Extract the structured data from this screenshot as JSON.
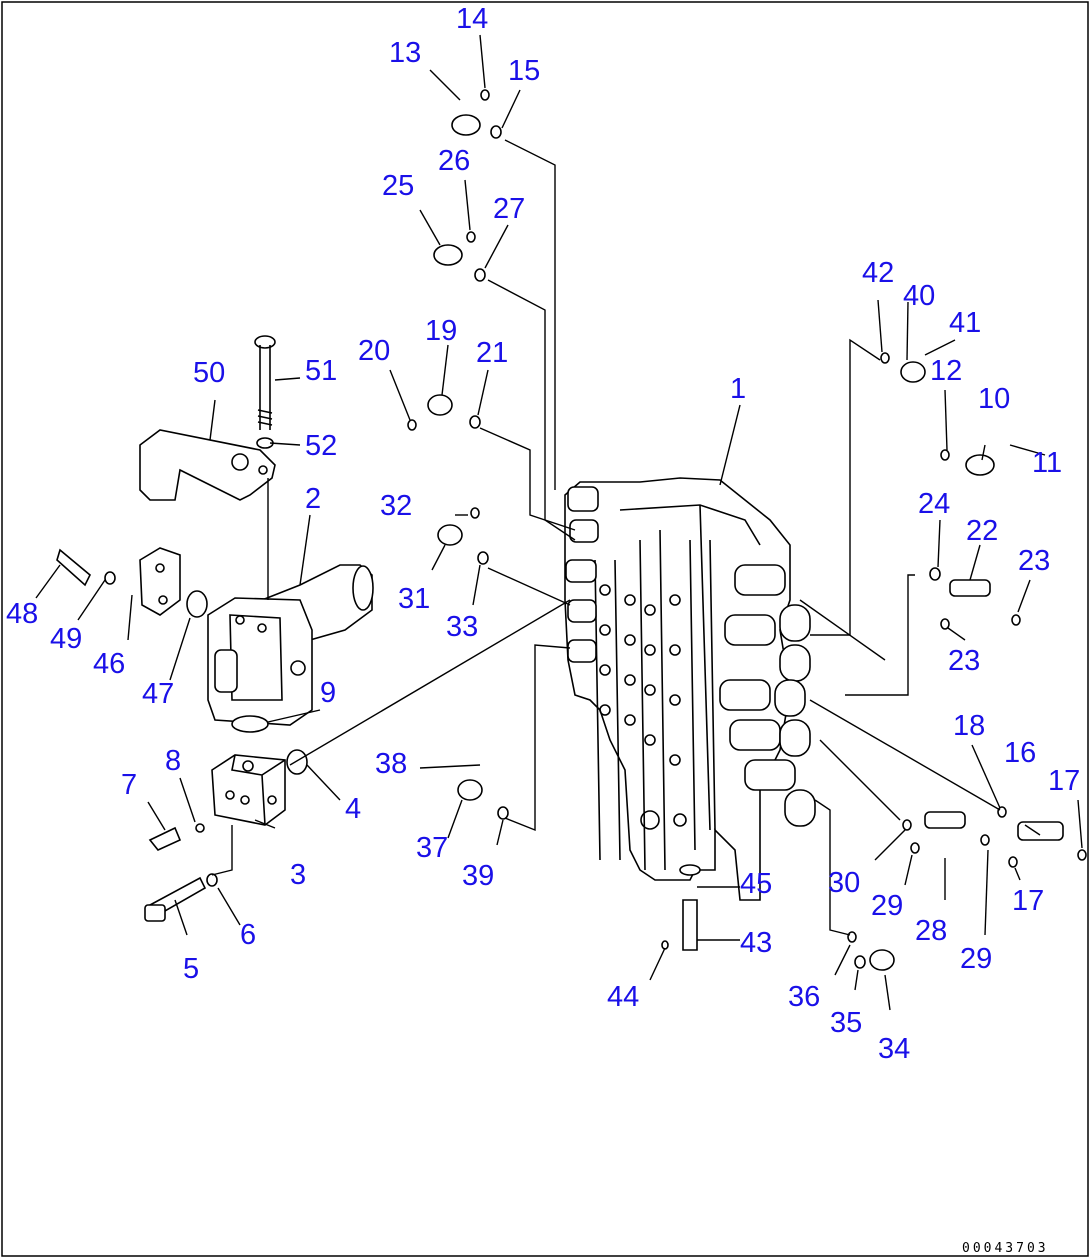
{
  "diagram": {
    "reference_code": "00043703",
    "callouts": [
      {
        "id": "c1",
        "text": "1"
      },
      {
        "id": "c2",
        "text": "2"
      },
      {
        "id": "c3",
        "text": "3"
      },
      {
        "id": "c4",
        "text": "4"
      },
      {
        "id": "c5",
        "text": "5"
      },
      {
        "id": "c6",
        "text": "6"
      },
      {
        "id": "c7",
        "text": "7"
      },
      {
        "id": "c8",
        "text": "8"
      },
      {
        "id": "c9",
        "text": "9"
      },
      {
        "id": "c10",
        "text": "10"
      },
      {
        "id": "c11",
        "text": "11"
      },
      {
        "id": "c12",
        "text": "12"
      },
      {
        "id": "c13",
        "text": "13"
      },
      {
        "id": "c14",
        "text": "14"
      },
      {
        "id": "c15",
        "text": "15"
      },
      {
        "id": "c16",
        "text": "16"
      },
      {
        "id": "c17a",
        "text": "17"
      },
      {
        "id": "c17b",
        "text": "17"
      },
      {
        "id": "c18",
        "text": "18"
      },
      {
        "id": "c19",
        "text": "19"
      },
      {
        "id": "c20",
        "text": "20"
      },
      {
        "id": "c21",
        "text": "21"
      },
      {
        "id": "c22",
        "text": "22"
      },
      {
        "id": "c23a",
        "text": "23"
      },
      {
        "id": "c23b",
        "text": "23"
      },
      {
        "id": "c24",
        "text": "24"
      },
      {
        "id": "c25",
        "text": "25"
      },
      {
        "id": "c26",
        "text": "26"
      },
      {
        "id": "c27",
        "text": "27"
      },
      {
        "id": "c28",
        "text": "28"
      },
      {
        "id": "c29a",
        "text": "29"
      },
      {
        "id": "c29b",
        "text": "29"
      },
      {
        "id": "c30",
        "text": "30"
      },
      {
        "id": "c31",
        "text": "31"
      },
      {
        "id": "c32",
        "text": "32"
      },
      {
        "id": "c33",
        "text": "33"
      },
      {
        "id": "c34",
        "text": "34"
      },
      {
        "id": "c35",
        "text": "35"
      },
      {
        "id": "c36",
        "text": "36"
      },
      {
        "id": "c37",
        "text": "37"
      },
      {
        "id": "c38",
        "text": "38"
      },
      {
        "id": "c39",
        "text": "39"
      },
      {
        "id": "c40",
        "text": "40"
      },
      {
        "id": "c41",
        "text": "41"
      },
      {
        "id": "c42",
        "text": "42"
      },
      {
        "id": "c43",
        "text": "43"
      },
      {
        "id": "c44",
        "text": "44"
      },
      {
        "id": "c45",
        "text": "45"
      },
      {
        "id": "c46",
        "text": "46"
      },
      {
        "id": "c47",
        "text": "47"
      },
      {
        "id": "c48",
        "text": "48"
      },
      {
        "id": "c49",
        "text": "49"
      },
      {
        "id": "c50",
        "text": "50"
      },
      {
        "id": "c51",
        "text": "51"
      },
      {
        "id": "c52",
        "text": "52"
      }
    ],
    "colors": {
      "callout": "#1a10e8",
      "line": "#000000",
      "background": "#ffffff"
    }
  }
}
